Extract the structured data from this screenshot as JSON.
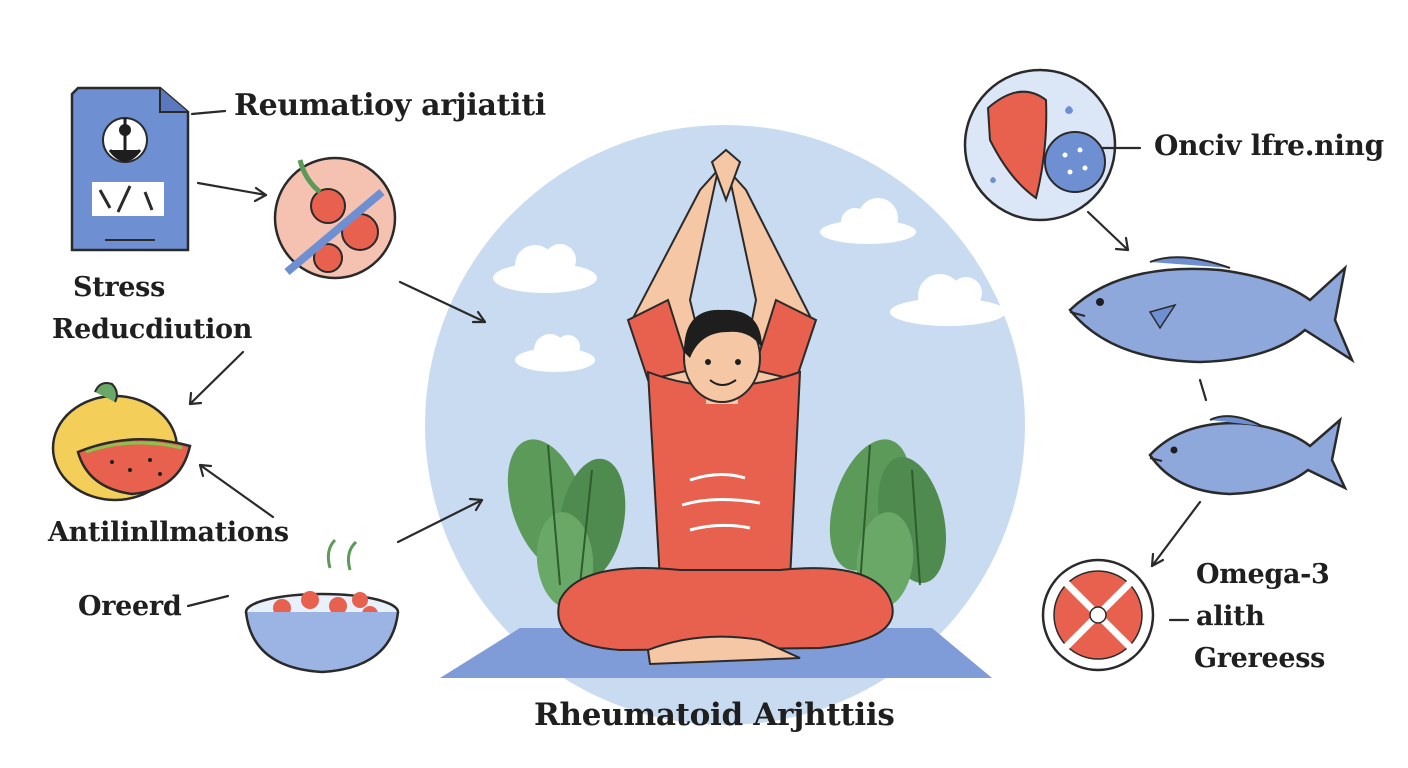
{
  "labels": {
    "top_left": "Reumatioy arjiatiti",
    "stress_line1": "Stress",
    "stress_line2": "Reducdiution",
    "antiinflammation": "Antilinllmations",
    "ordered": "Oreerd",
    "bottom_center": "Rheumatoid Arjhttiis",
    "top_right": "Onciv lfre.ning",
    "omega_line1": "Omega-3",
    "omega_line2": "alith",
    "omega_line3": "Grereess"
  },
  "colors": {
    "accent_blue": "#6f8fd3",
    "sky_circle": "#c8d9ef",
    "shirt_red": "#e8604e",
    "leaf_green": "#5c9a5a",
    "skin": "#f5c7a5",
    "fish_blue": "#8ea8dc",
    "mat": "#7f9bd8"
  },
  "icons": [
    "clipboard-icon",
    "no-tomato-icon",
    "melon-icon",
    "bowl-icon",
    "meditating-person-icon",
    "salmon-icon",
    "fish-icon",
    "small-fish-icon",
    "omega-slice-icon"
  ]
}
